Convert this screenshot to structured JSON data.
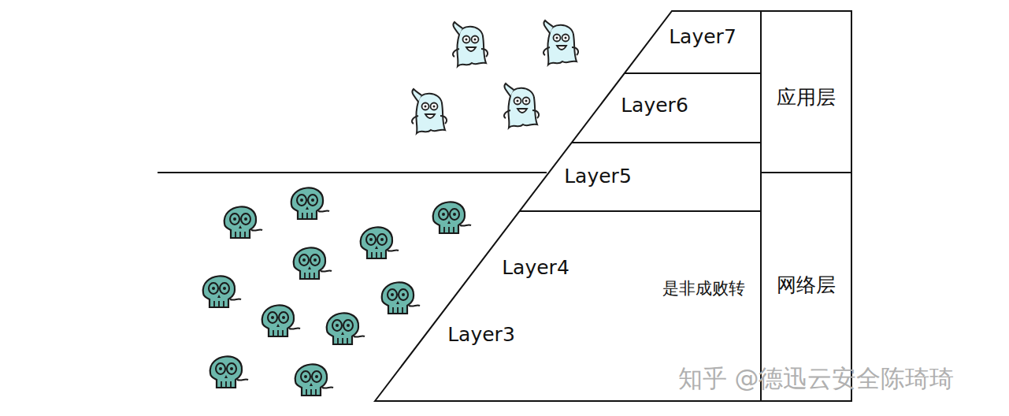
{
  "diagram": {
    "nodes": [
      {
        "text": [
          "Layer7"
        ]
      },
      {
        "text": [
          "Layer6"
        ]
      },
      {
        "text": [
          "Layer5"
        ]
      },
      {
        "text": [
          "Layer4",
          "Layer3"
        ]
      },
      {
        "text": [
          "应用层"
        ]
      },
      {
        "text": [
          "网络层"
        ]
      }
    ],
    "labels": [
      "是非成败转",
      "知乎 @德迅云安全陈琦琦"
    ]
  }
}
